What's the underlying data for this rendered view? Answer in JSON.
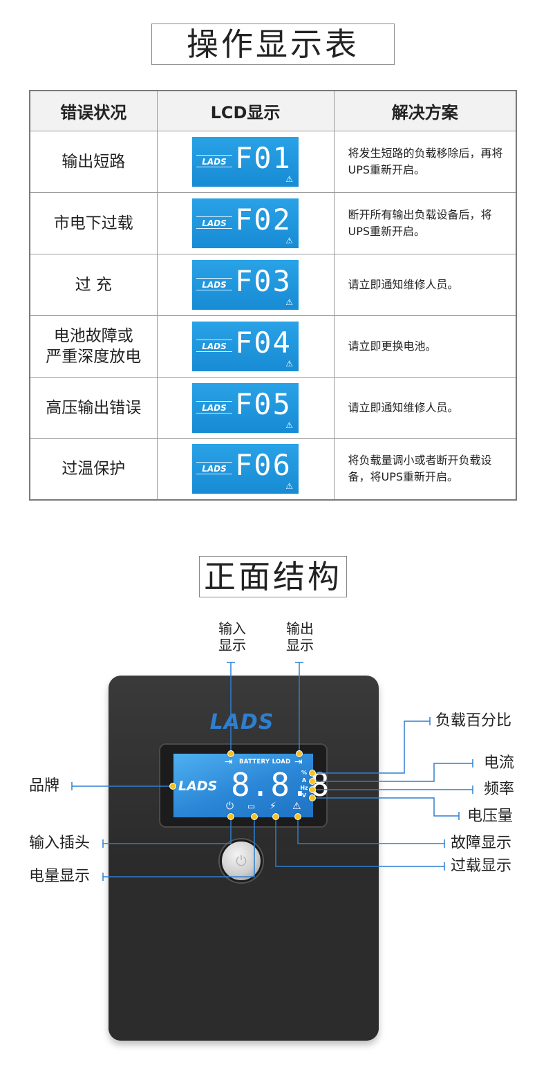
{
  "section1": {
    "title": "操作显示表",
    "headers": [
      "错误状况",
      "LCD显示",
      "解决方案"
    ],
    "rows": [
      {
        "status": "输出短路",
        "lcd_logo": "LADS",
        "code": "F01",
        "solution": "将发生短路的负载移除后，再将UPS重新开启。"
      },
      {
        "status": "市电下过载",
        "lcd_logo": "LADS",
        "code": "F02",
        "solution": "断开所有输出负载设备后，将UPS重新开启。"
      },
      {
        "status": "过  充",
        "lcd_logo": "LADS",
        "code": "F03",
        "solution": "请立即通知维修人员。"
      },
      {
        "status": "电池故障或\n严重深度放电",
        "lcd_logo": "LADS",
        "code": "F04",
        "solution": "请立即更换电池。"
      },
      {
        "status": "高压输出错误",
        "lcd_logo": "LADS",
        "code": "F05",
        "solution": "请立即通知维修人员。"
      },
      {
        "status": "过温保护",
        "lcd_logo": "LADS",
        "code": "F06",
        "solution": "将负载量调小或者断开负载设备，将UPS重新开启。"
      }
    ],
    "warning_icon": "warning-triangle-icon"
  },
  "section2": {
    "title": "正面结构",
    "device": {
      "logo": "LADS",
      "screen_header": "BATTERY LOAD",
      "screen_logo": "LADS",
      "screen_digits": "8.8.8",
      "screen_units": [
        "%",
        "A",
        "Hz",
        "V"
      ]
    },
    "labels": {
      "input_display": "输入\n显示",
      "output_display": "输出\n显示",
      "load_percent": "负载百分比",
      "current": "电流",
      "frequency": "频率",
      "voltage": "电压量",
      "brand": "品牌",
      "input_plug": "输入插头",
      "battery_level": "电量显示",
      "fault_display": "故障显示",
      "overload_display": "过载显示"
    },
    "colors": {
      "leader_line": "#2f7fd0",
      "marker": "#f5c321",
      "lcd_blue": "#1f8fd8"
    }
  }
}
